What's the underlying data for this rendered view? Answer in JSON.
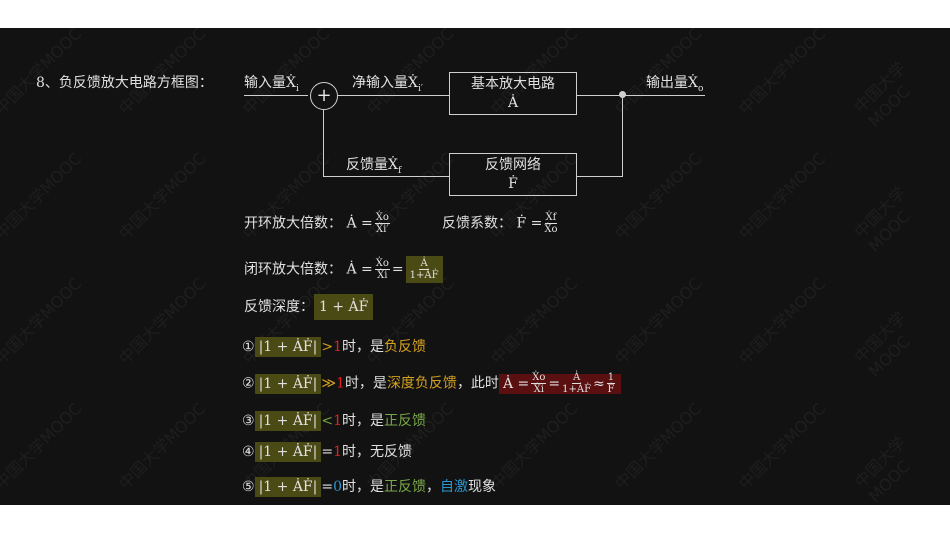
{
  "heading": "8、负反馈放大电路方框图：",
  "diagram": {
    "input": "输入量Ẋ",
    "input_sub": "i",
    "net_input": "净输入量Ẋ",
    "net_input_sub": "i′",
    "amp_title": "基本放大电路",
    "amp_symbol": "Ȧ",
    "output": "输出量Ẋ",
    "output_sub": "o",
    "feedback_qty": "反馈量Ẋ",
    "feedback_sub": "f",
    "fb_title": "反馈网络",
    "fb_symbol": "Ḟ",
    "sum": "+"
  },
  "open_loop": {
    "label": "开环放大倍数：",
    "lhs": "Ȧ =",
    "num": "Ẋo",
    "den": "Ẋi′"
  },
  "fb_coef": {
    "label": "反馈系数：",
    "lhs": "Ḟ =",
    "num": "Ẋf",
    "den": "Ẋo"
  },
  "closed_loop": {
    "label": "闭环放大倍数：",
    "lhs": "Ȧ =",
    "num": "Ẋo",
    "den": "Ẋi",
    "eq": "=",
    "num2": "Ȧ",
    "den2": "1+ȦḞ"
  },
  "depth": {
    "label": "反馈深度：",
    "expr": "1 + ȦḞ"
  },
  "cases": [
    {
      "mark": "①",
      "expr": "|1 + ȦḞ|",
      "op": ">",
      "val": "1",
      "t1": "时，是",
      "t2": "负反馈"
    },
    {
      "mark": "②",
      "expr": "|1 + ȦḞ|",
      "op": "≫",
      "val": "1",
      "t1": "时，是",
      "t2": "深度负反馈",
      "t3": "，此时",
      "f_lhs": "Ȧ =",
      "f_num": "Ẋo",
      "f_den": "Ẋi",
      "f_eq": "=",
      "f_num2": "Ȧ",
      "f_den2": "1+ȦḞ",
      "f_approx": "≈",
      "f_num3": "1",
      "f_den3": "Ḟ"
    },
    {
      "mark": "③",
      "expr": "|1 + ȦḞ|",
      "op": "<",
      "val": "1",
      "t1": "时，是",
      "t2": "正反馈"
    },
    {
      "mark": "④",
      "expr": "|1 + ȦḞ|",
      "op": "=",
      "val": "1",
      "t1": "时，无反馈"
    },
    {
      "mark": "⑤",
      "expr": "|1 + ȦḞ|",
      "op": "=",
      "val": "0",
      "t1": "时，是",
      "t2": "正反馈",
      "t3": "，",
      "t4": "自激",
      "t5": "现象"
    }
  ],
  "watermark": "中国大学MOOC",
  "colors": {
    "highlight": "#4a4a14",
    "orange": "#d4a020",
    "red": "#e02020",
    "green": "#78a848",
    "blue": "#2a96d0",
    "redbox": "#5a1010"
  }
}
